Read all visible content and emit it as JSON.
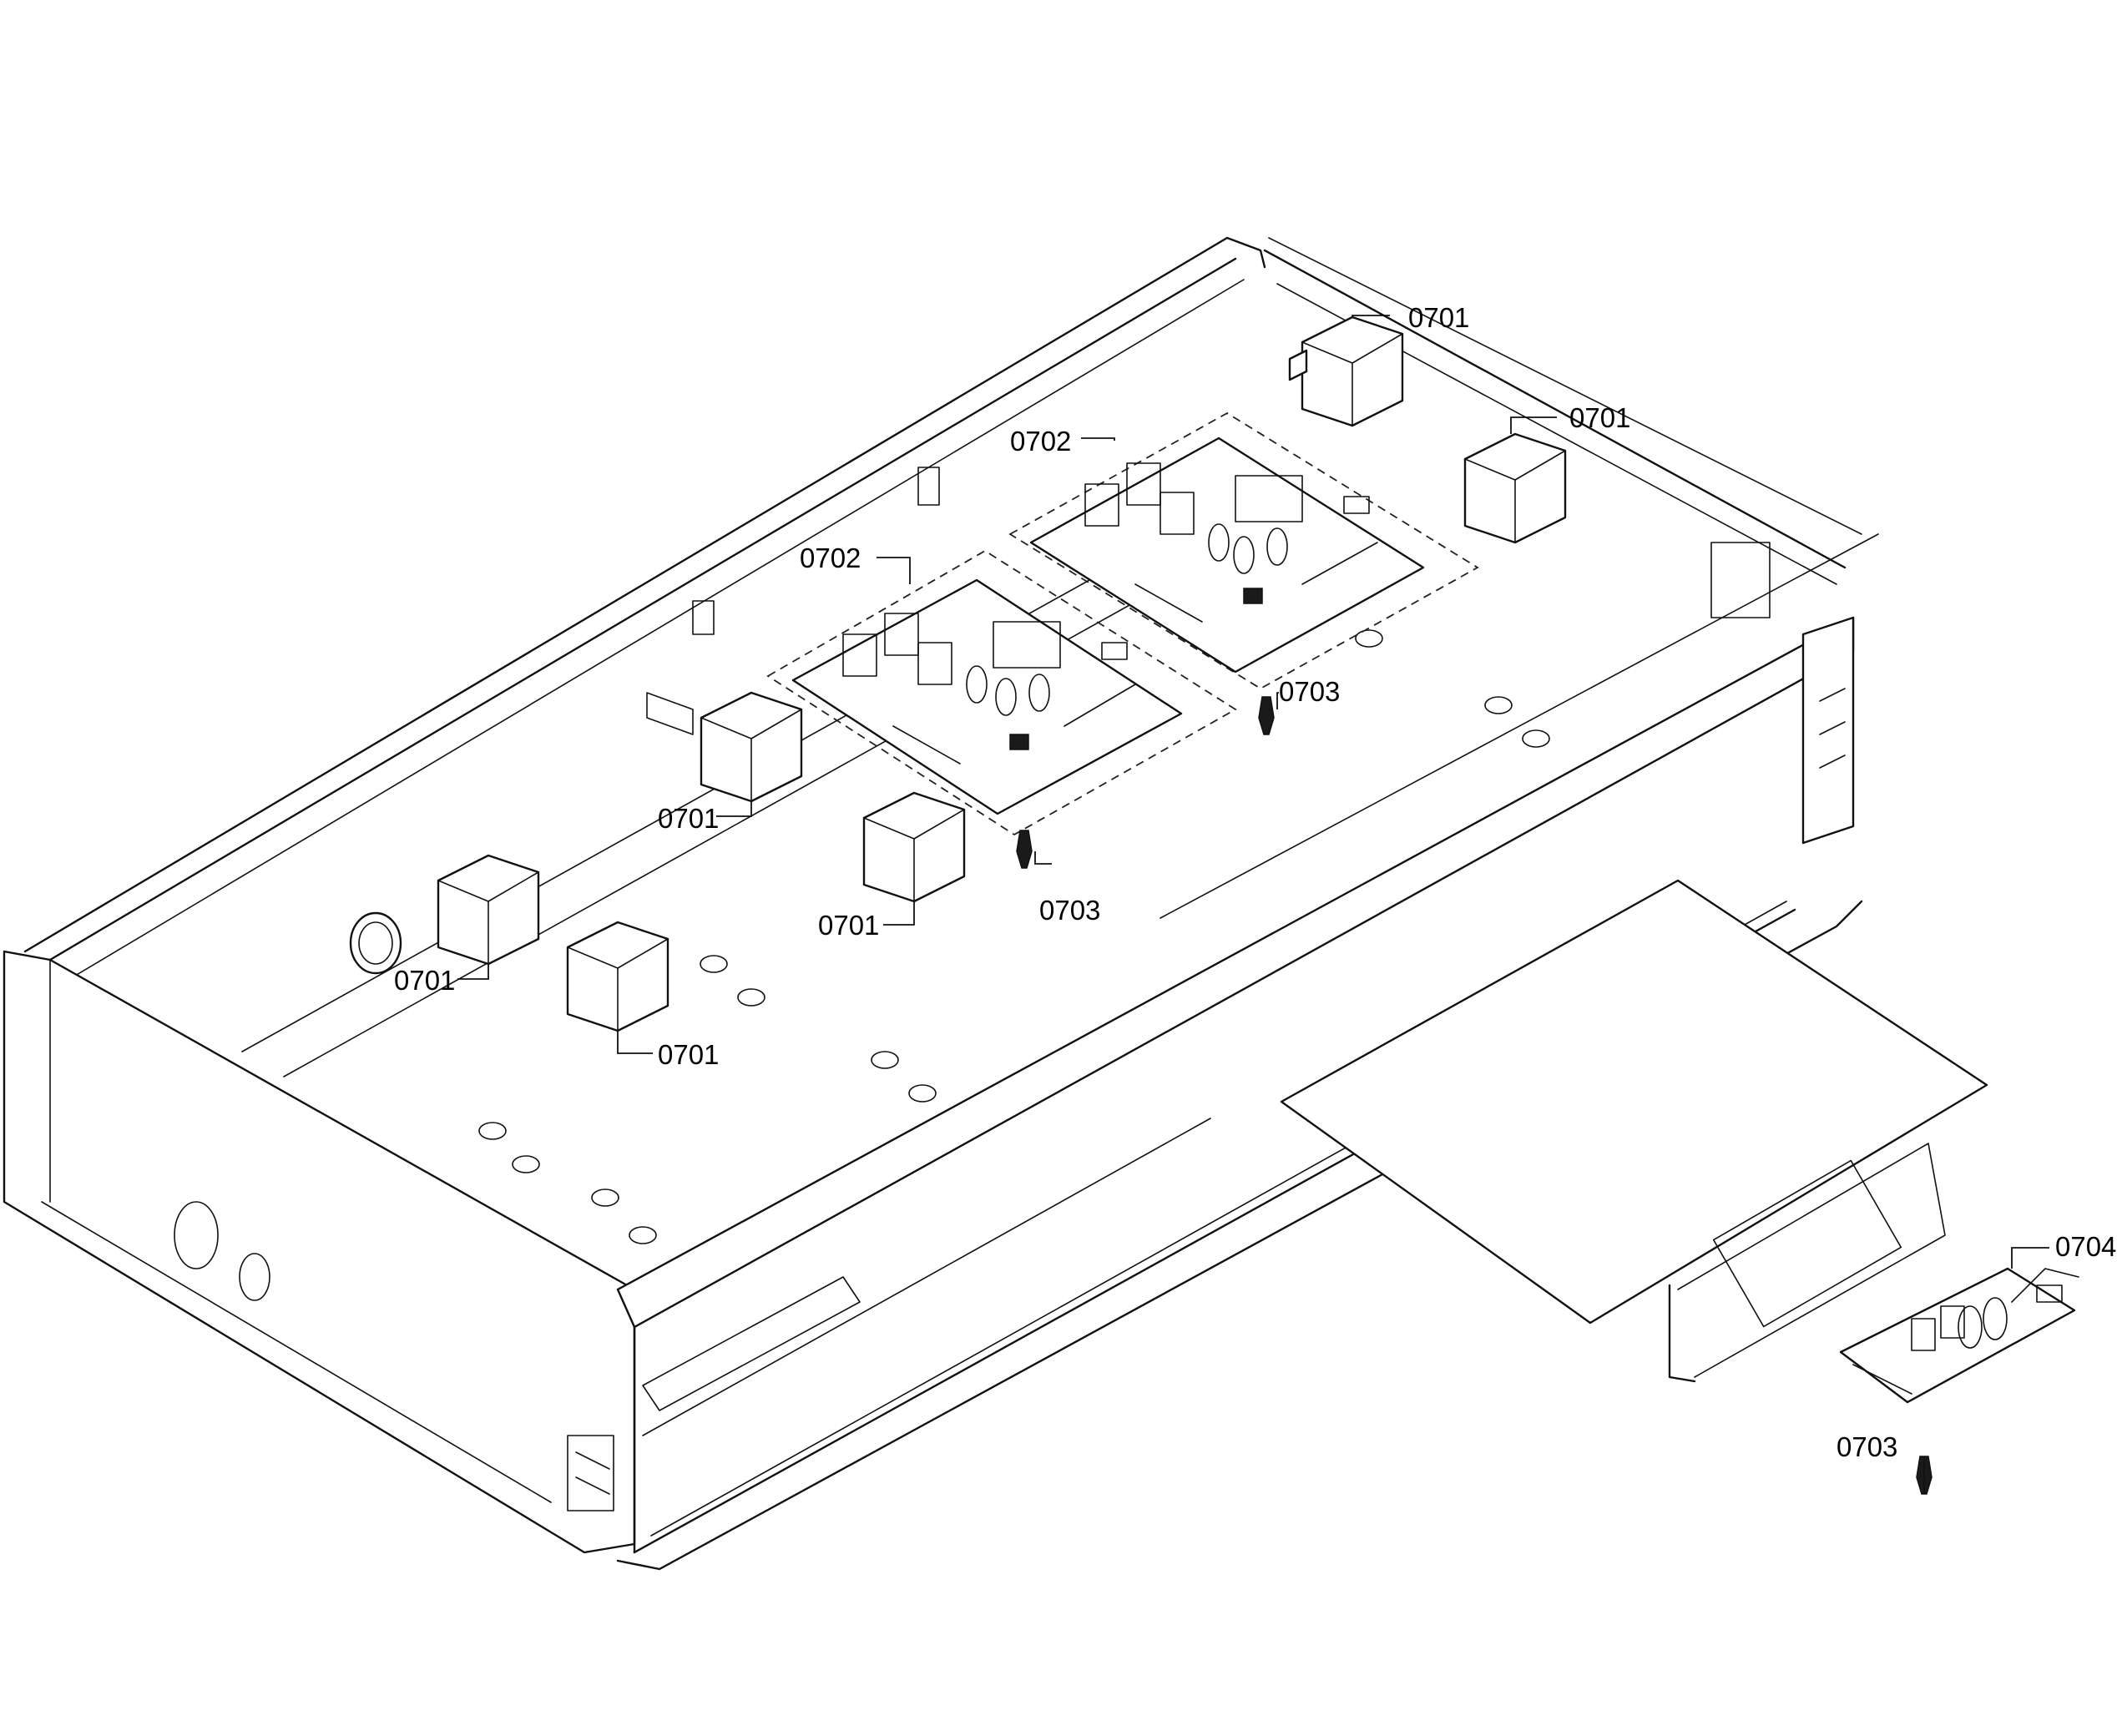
{
  "callouts": {
    "c1": "0701",
    "c2": "0701",
    "c3": "0702",
    "c4": "0702",
    "c5": "0703",
    "c6": "0701",
    "c7": "0701",
    "c8": "0703",
    "c9": "0701",
    "c10": "0701",
    "c11": "0704",
    "c12": "0703"
  }
}
